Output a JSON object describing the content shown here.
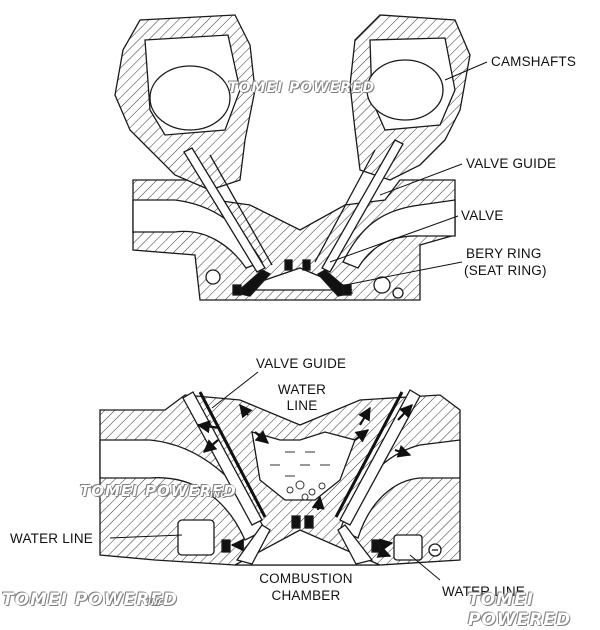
{
  "top_diagram": {
    "labels": {
      "camshafts": "CAMSHAFTS",
      "valve_guide": "VALVE GUIDE",
      "valve": "VALVE",
      "bery_ring_1": "BERY RING",
      "bery_ring_2": "(SEAT RING)"
    },
    "watermark": "TOMEI POWERED"
  },
  "bottom_diagram": {
    "labels": {
      "valve_guide": "VALVE GUIDE",
      "water_line_top_1": "WATER",
      "water_line_top_2": "LINE",
      "water_line_left": "WATER LINE",
      "water_line_right": "WATER LINE",
      "combustion_1": "COMBUSTION",
      "combustion_2": "CHAMBER"
    },
    "watermark_mid": "TOMEI POWERED",
    "watermark_bottom": "TOMEI POWERED",
    "watermark_suffix": "INC"
  },
  "colors": {
    "line": "#1a1a1a",
    "hatch": "#333333",
    "fill": "#ffffff"
  }
}
